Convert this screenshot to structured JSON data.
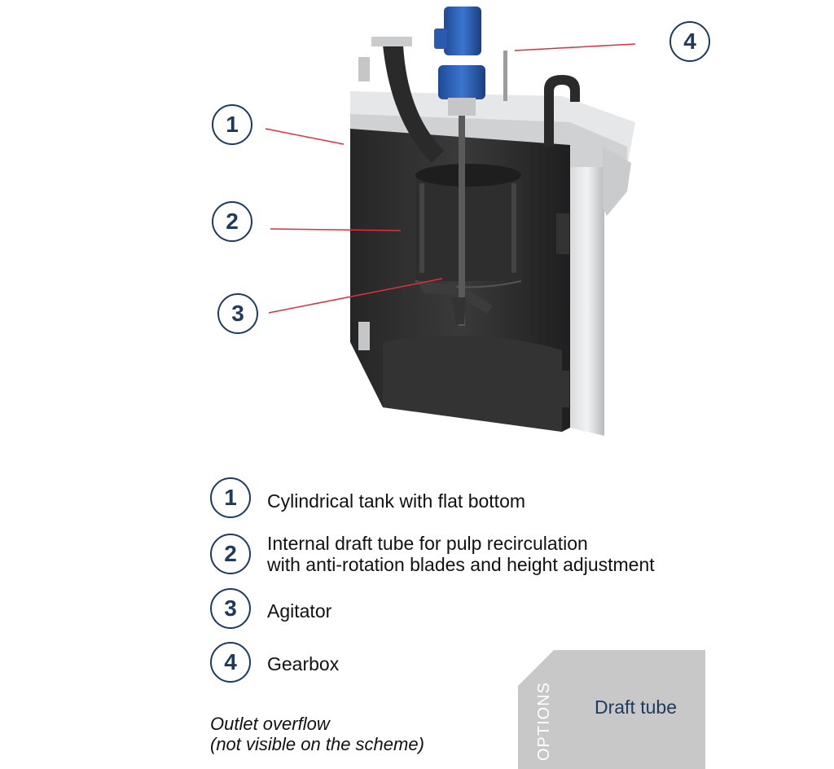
{
  "callouts": [
    "1",
    "2",
    "3",
    "4"
  ],
  "legend": [
    {
      "number": "1",
      "text": "Cylindrical tank with flat bottom"
    },
    {
      "number": "2",
      "line1": "Internal draft tube for pulp recirculation",
      "line2": "with anti-rotation blades and height adjustment"
    },
    {
      "number": "3",
      "text": "Agitator"
    },
    {
      "number": "4",
      "text": "Gearbox"
    }
  ],
  "note": {
    "line1": "Outlet overflow",
    "line2": "(not visible on the scheme)"
  },
  "options": {
    "label": "OPTIONS",
    "item": "Draft tube"
  },
  "colors": {
    "accent": "#1e3a5f",
    "leader_line": "#e0303a",
    "motor": "#2f64b8",
    "tank_interior": "#2a2a2a",
    "options_bg": "#c8c8c8"
  }
}
